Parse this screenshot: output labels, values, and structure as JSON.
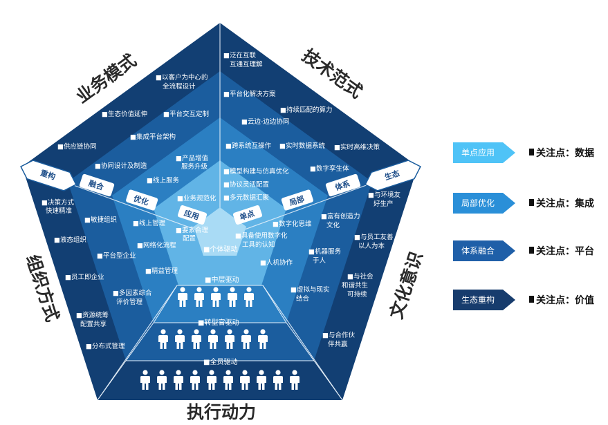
{
  "colors": {
    "outer": "#123f73",
    "ring2": "#1b5d9e",
    "ring3": "#2b7fc2",
    "inner": "#61b4e6",
    "core": "#a9dbf5",
    "legend_1": "#4fc3f7",
    "legend_2": "#2a8fd8",
    "legend_3": "#1f5fa8",
    "legend_4": "#173c6d"
  },
  "outer_labels": {
    "top_left": "业务模式",
    "top_right": "技术范式",
    "left": "组织方式",
    "right": "文化意识",
    "bottom": "执行动力"
  },
  "corner_tags": {
    "left": "重构",
    "right": "生态"
  },
  "level_tags": {
    "ronghe": "融合",
    "tixi": "体系",
    "youhua": "优化",
    "jubu": "局部",
    "yingyong": "应用",
    "dandian": "单点"
  },
  "items": {
    "b1": "■以客户为中心的",
    "b1b": "全流程设计",
    "b2": "■生态价值延伸",
    "b3": "■平台交互定制",
    "b4": "■供应链协同",
    "b5": "■集成平台架构",
    "b6": "■协同设计及制造",
    "b7": "■产品增值",
    "b7b": "服务升级",
    "b8": "■线上服务",
    "b9": "■业务规范化",
    "t1": "■泛在互联",
    "t1b": "互通互理解",
    "t2": "■平台化解决方案",
    "t3": "■持续匹配的算力",
    "t4": "■云边-边边协同",
    "t5": "■跨系统互操作",
    "t6": "■实时数据系统",
    "t7": "■实时高维决策",
    "t8": "■模型构建与仿真优化",
    "t9": "■数字孪生体",
    "t10": "■协议灵活配置",
    "t11": "■多元数据汇聚",
    "o1": "■决策方式",
    "o1b": "快速精准",
    "o2": "■敏捷组织",
    "o3": "■液态组织",
    "o4": "■线上管理",
    "o5": "■要素合理",
    "o5b": "配置",
    "o6": "■网络化流程",
    "o7": "■平台型企业",
    "o8": "■员工即企业",
    "o9": "■精益管理",
    "o10": "■多因素综合",
    "o10b": "评价管理",
    "o11": "■资源统筹",
    "o11b": "配置共享",
    "o12": "■分布式管理",
    "c1": "■与环境友",
    "c1b": "好生产",
    "c2": "■数字化思维",
    "c3": "■富有创造力",
    "c3b": "文化",
    "c4": "■具备使用数字化",
    "c4b": "工具的认知",
    "c5": "■与员工友善",
    "c5b": "以人为本",
    "c6": "■机器服务",
    "c6b": "于人",
    "c7": "■人机协作",
    "c8": "■与社会",
    "c8b": "和谐共生",
    "c8c": "可持续",
    "c9": "■虚拟与现实",
    "c9b": "结合",
    "c10": "■与合作伙",
    "c10b": "伴共赢"
  },
  "drivers": {
    "individual": "■个体驱动",
    "middle": "■中层驱动",
    "transform": "■转型官驱动",
    "all": "■全员驱动"
  },
  "legend": [
    {
      "tag": "单点应用",
      "text": "关注点：数据"
    },
    {
      "tag": "局部优化",
      "text": "关注点：集成"
    },
    {
      "tag": "体系融合",
      "text": "关注点：平台"
    },
    {
      "tag": "生态重构",
      "text": "关注点：价值"
    }
  ]
}
